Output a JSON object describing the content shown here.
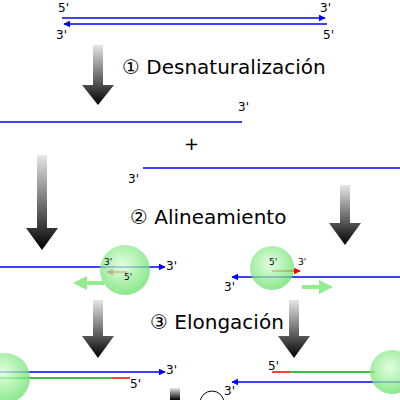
{
  "diagram": {
    "labels": [
      "5'",
      "3'",
      "3'",
      "5'",
      "① Desnaturalización",
      "3'",
      "+",
      "3'",
      "② Alineamiento",
      "3'",
      "5'",
      "3'",
      "5'",
      "3'",
      "3'",
      "③ Elongación",
      "3'",
      "5'",
      "5'",
      "3'"
    ]
  }
}
